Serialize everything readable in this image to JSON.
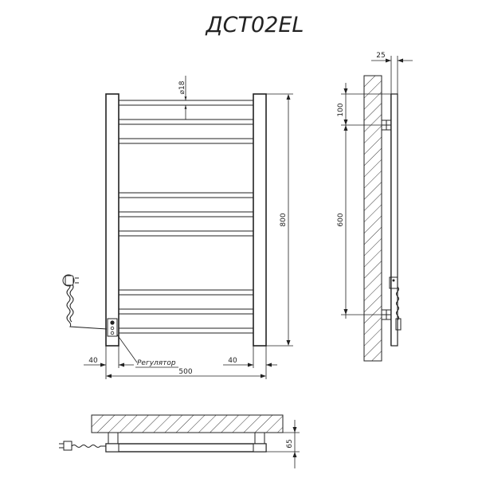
{
  "title": "ДСТ02EL",
  "front_view": {
    "pipe_diameter_label": "⌀18",
    "height_label": "800",
    "width_label": "500",
    "left_offset_label": "40",
    "right_offset_label": "40",
    "regulator_label": "Регулятор"
  },
  "side_view": {
    "depth_label": "25",
    "top_offset_label": "100",
    "mount_spacing_label": "600"
  },
  "top_view": {
    "depth_label": "65"
  }
}
